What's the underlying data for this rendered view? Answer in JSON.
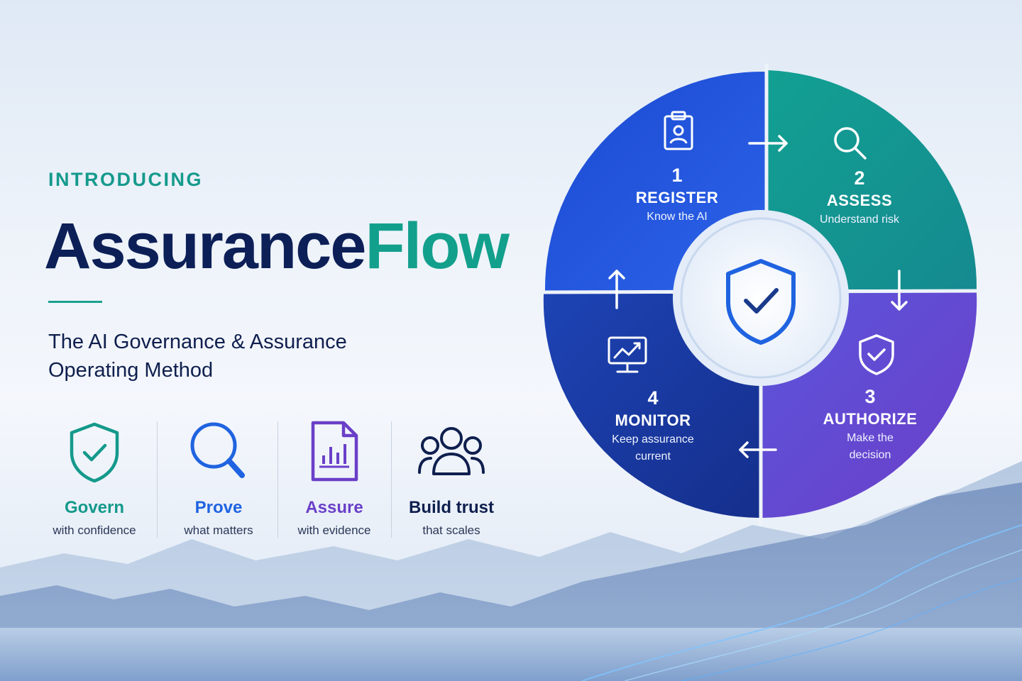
{
  "hero": {
    "eyebrow": "INTRODUCING",
    "title_part1": "Assurance",
    "title_part2": "Flow",
    "subtitle_line1": "The AI Governance & Assurance",
    "subtitle_line2": "Operating Method"
  },
  "features": [
    {
      "label": "Govern",
      "sub": "with confidence",
      "icon": "shield-check-icon",
      "color": "#14998b"
    },
    {
      "label": "Prove",
      "sub": "what matters",
      "icon": "magnifier-icon",
      "color": "#1f63e0"
    },
    {
      "label": "Assure",
      "sub": "with evidence",
      "icon": "document-chart-icon",
      "color": "#6a3fc8"
    },
    {
      "label": "Build trust",
      "sub": "that scales",
      "icon": "people-group-icon",
      "color": "#0f1f4e"
    }
  ],
  "cycle": {
    "center_icon": "shield-check-icon",
    "stages": [
      {
        "num": "1",
        "name": "REGISTER",
        "desc_line1": "Know the AI",
        "desc_line2": "",
        "icon": "clipboard-id-icon",
        "color": "#1e50d8"
      },
      {
        "num": "2",
        "name": "ASSESS",
        "desc_line1": "Understand risk",
        "desc_line2": "",
        "icon": "magnifier-icon",
        "color": "#14948f"
      },
      {
        "num": "3",
        "name": "AUTHORIZE",
        "desc_line1": "Make the",
        "desc_line2": "decision",
        "icon": "shield-check-icon",
        "color": "#6a47d2"
      },
      {
        "num": "4",
        "name": "MONITOR",
        "desc_line1": "Keep assurance",
        "desc_line2": "current",
        "icon": "monitor-chart-icon",
        "color": "#1a3ea8"
      }
    ]
  }
}
